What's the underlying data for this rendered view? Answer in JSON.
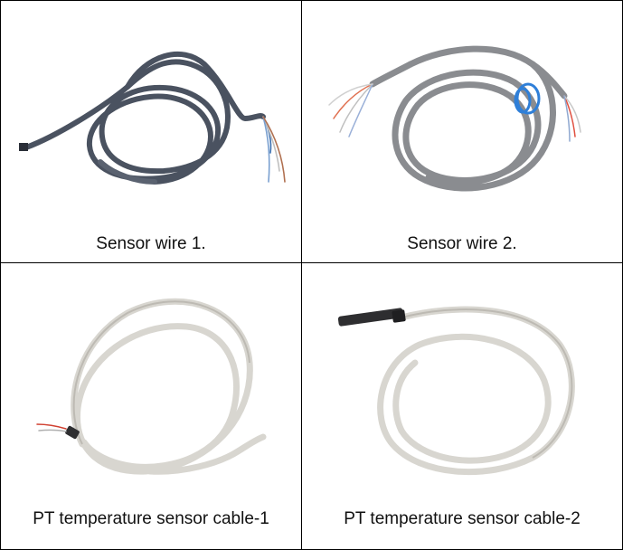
{
  "panels": [
    {
      "caption": "Sensor wire 1."
    },
    {
      "caption": "Sensor wire 2."
    },
    {
      "caption": "PT temperature sensor cable-1"
    },
    {
      "caption": "PT temperature sensor cable-2"
    }
  ],
  "colors": {
    "border": "#000000",
    "dark_cable": "#4a5260",
    "grey_cable": "#8a8c90",
    "white_cable": "#d8d6d0",
    "probe": "#2e2e30",
    "tie": "#2f7fd8"
  }
}
